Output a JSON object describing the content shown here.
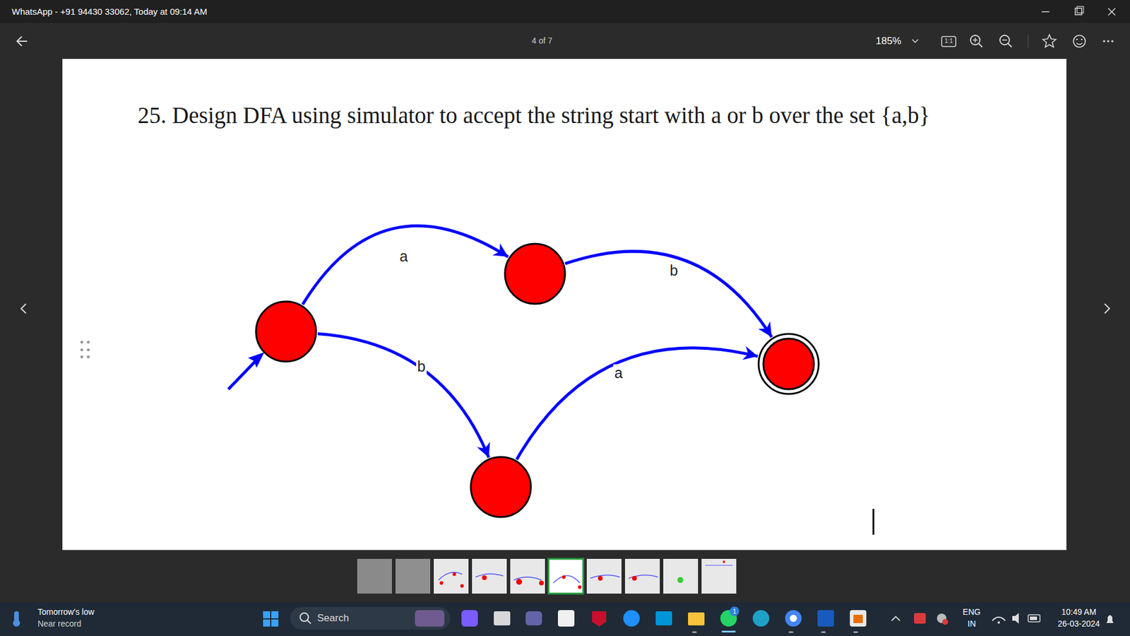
{
  "diagram": {
    "title": "25. Design DFA using simulator to accept the string start with a or b over the set {a,b}",
    "nodes": [
      {
        "text": []
      },
      {
        "text": []
      },
      {
        "text": []
      },
      {
        "text": []
      }
    ],
    "edges": [
      {
        "from": 0,
        "to": 1,
        "arrow": "to",
        "label": "a"
      },
      {
        "from": 1,
        "to": 3,
        "arrow": "to",
        "label": "b"
      },
      {
        "from": 0,
        "to": 2,
        "arrow": "to",
        "label": "b"
      },
      {
        "from": 2,
        "to": 3,
        "arrow": "to",
        "label": "a"
      }
    ],
    "labels": [
      "WhatsApp - +91 94430 33062, Today at 09:14 AM",
      "4 of 7",
      "185%",
      "1:1",
      "Tomorrow's low",
      "Near record",
      "Search",
      "1",
      "ENG",
      "IN",
      "10:49 AM",
      "26-03-2024"
    ]
  }
}
